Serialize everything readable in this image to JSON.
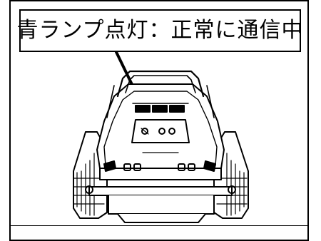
{
  "callout": {
    "text": "青ランプ点灯：正常に通信中"
  },
  "colors": {
    "line": "#000000",
    "background": "#ffffff"
  },
  "icons": {
    "robot": "crawler-robot-illustration",
    "arrow": "pointer-arrow"
  }
}
